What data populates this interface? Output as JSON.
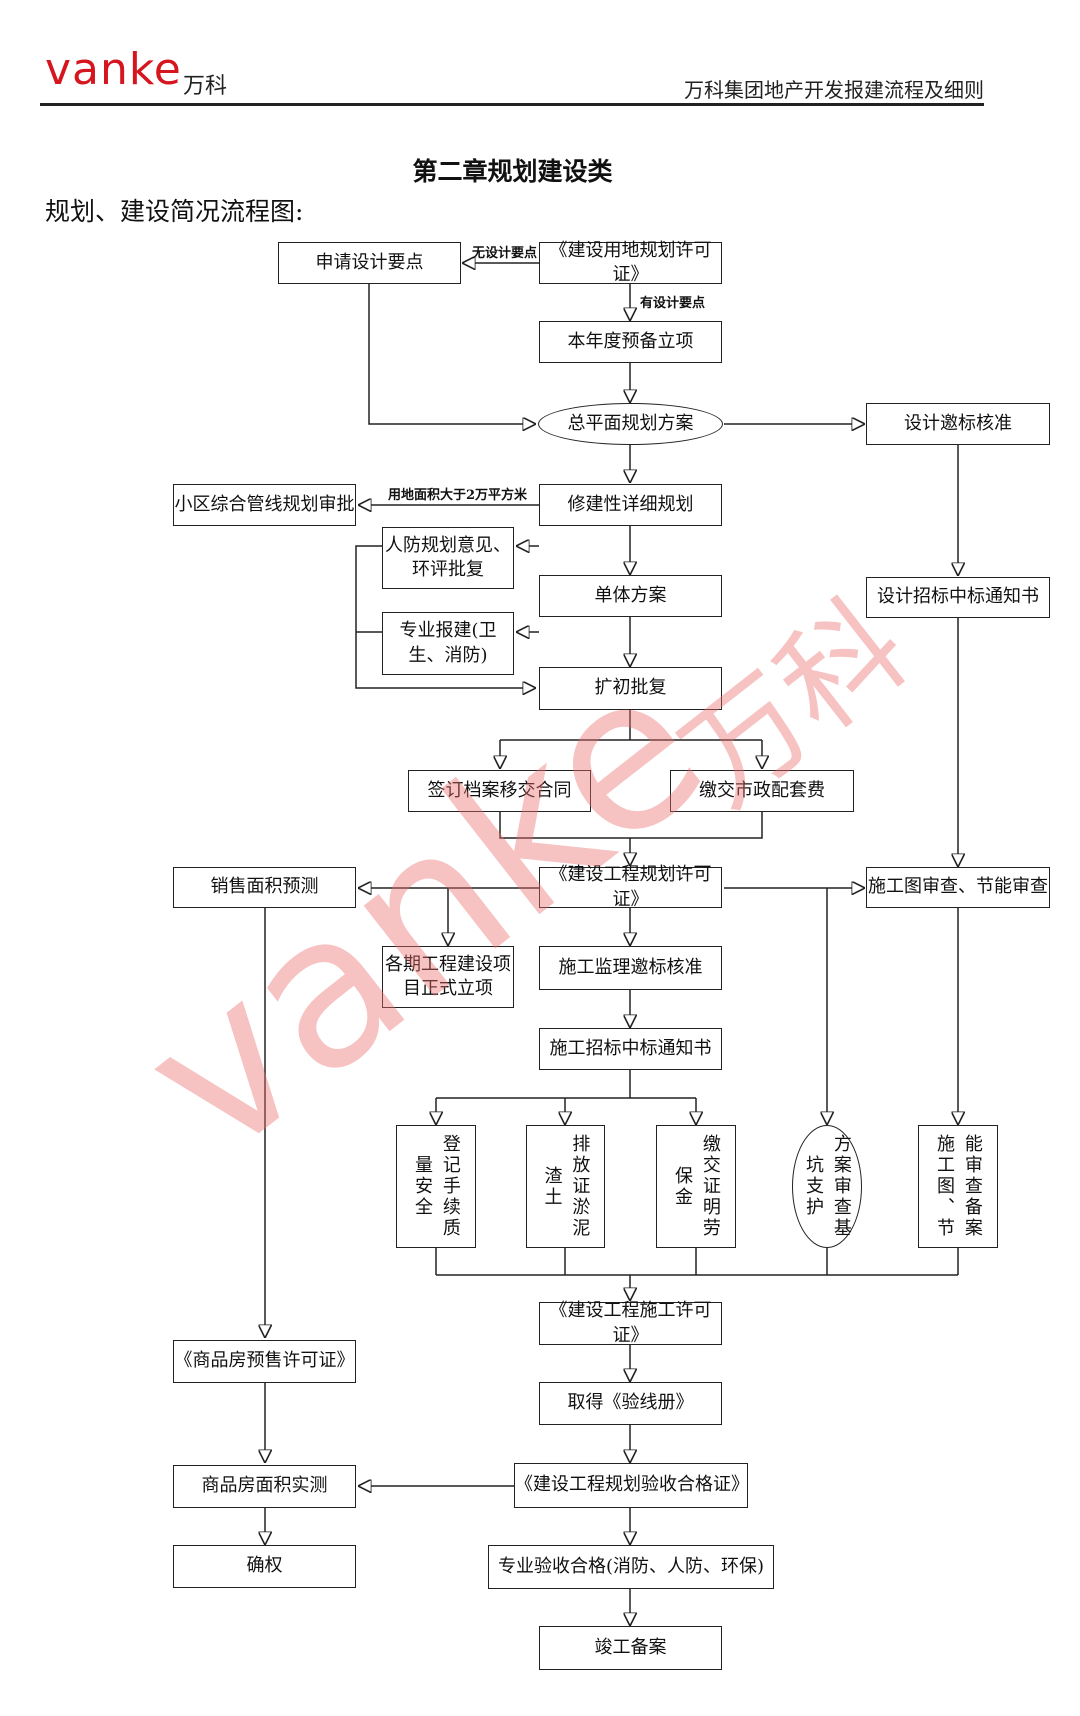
{
  "header": {
    "logo_text": "vanke",
    "logo_cn": "万科",
    "doc_title": "万科集团地产开发报建流程及细则"
  },
  "chapter_title": "第二章规划建设类",
  "section_title": "规划、建设简况流程图:",
  "watermark": {
    "latin": "vanke",
    "cn": "万科",
    "color": "#eb6e6e"
  },
  "nodes": {
    "apply_design_points": "申请设计要点",
    "land_planning_permit": "《建设用地规划许可证》",
    "annual_pre_project": "本年度预备立项",
    "master_plan": "总平面规划方案",
    "design_bid_approval": "设计邀标核准",
    "pipeline_review": "小区综合管线规划审批",
    "detailed_planning": "修建性详细规划",
    "civil_defense_eia": "人防规划意见、环评批复",
    "single_scheme": "单体方案",
    "design_bid_notice": "设计招标中标通知书",
    "special_report": "专业报建(卫生、消防)",
    "preliminary_approval": "扩初批复",
    "archive_contract": "签订档案移交合同",
    "municipal_fee": "缴交市政配套费",
    "sales_area_forecast": "销售面积预测",
    "engineering_planning_permit": "《建设工程规划许可证》",
    "construction_drawing_review": "施工图审查、节能审查",
    "formal_project_setup": "各期工程建设项目正式立项",
    "supervision_bid_approval": "施工监理邀标核准",
    "construction_bid_notice": "施工招标中标通知书",
    "quality_safety": "登记手续质量安全",
    "silt_discharge": "排放证淤泥渣土",
    "labor_insurance": "缴交证明劳保金",
    "foundation_pit": "方案审查基坑支护",
    "drawing_energy_filing": "能审查备案施工图、节",
    "construction_permit": "《建设工程施工许可证》",
    "presale_permit": "《商品房预售许可证》",
    "survey_book": "取得《验线册》",
    "area_survey": "商品房面积实测",
    "planning_acceptance": "《建设工程规划验收合格证》",
    "ownership": "确权",
    "special_acceptance": "专业验收合格(消防、人防、环保)",
    "completion_filing": "竣工备案"
  },
  "edge_labels": {
    "no_design_points": "无设计要点",
    "has_design_points": "有设计要点",
    "area_over": "用地面积大于2万平方米"
  }
}
